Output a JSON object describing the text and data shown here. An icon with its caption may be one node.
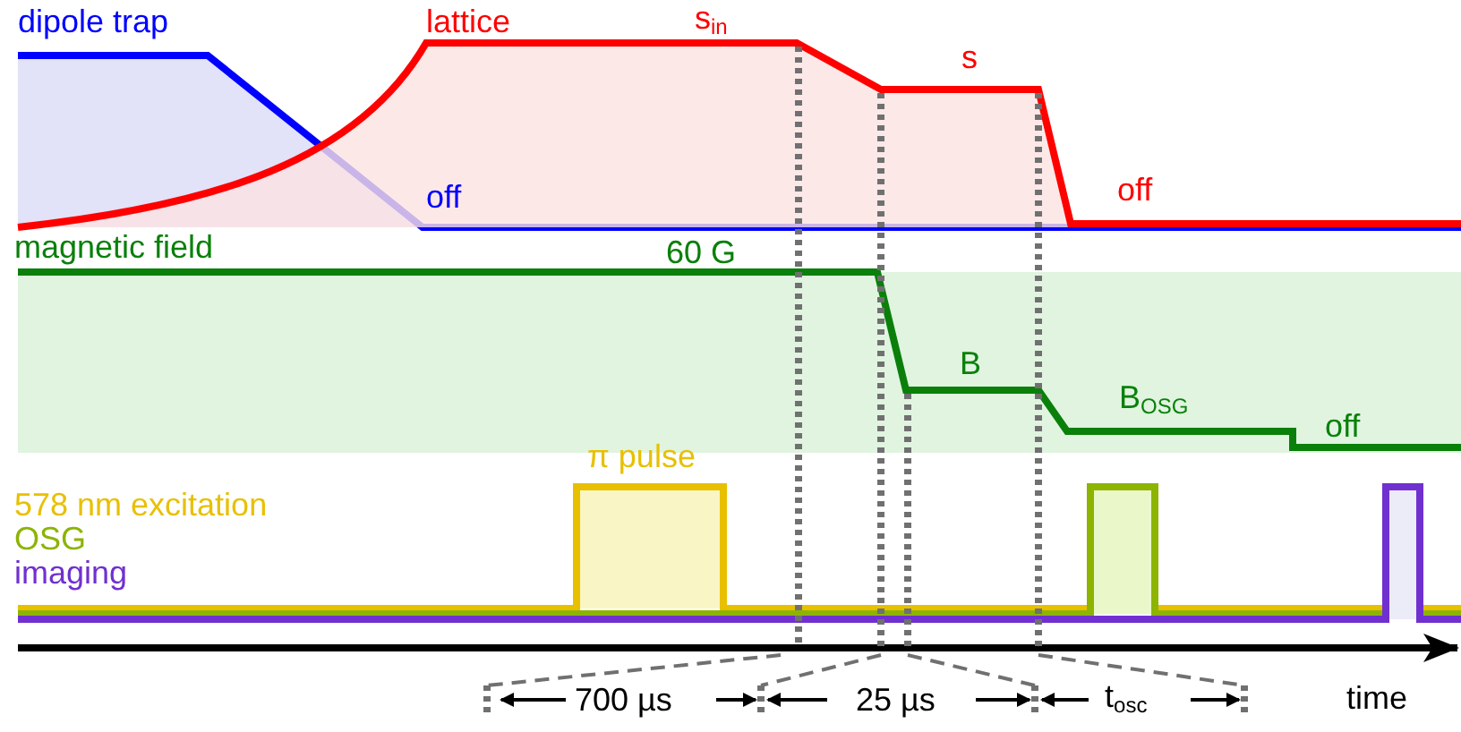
{
  "diagram": {
    "labels": [
      "dipole trap",
      "lattice",
      "s$_{in}$",
      "s",
      "off",
      "off",
      "magnetic field",
      "60 G",
      "B",
      "B$_{OSG}$",
      "off",
      "π pulse",
      "578 nm excitation",
      "OSG",
      "imaging",
      "700 µs",
      "25 µs",
      "t$_{osc}$",
      "time"
    ]
  }
}
